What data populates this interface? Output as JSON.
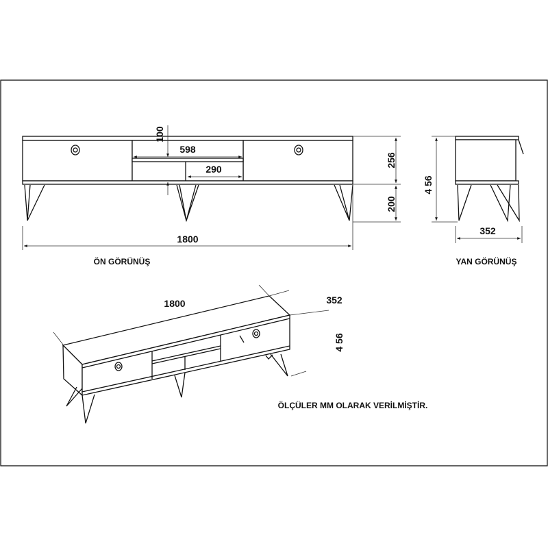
{
  "front_view": {
    "caption": "ÖN GÖRÜNÜŞ",
    "dims": {
      "width": "1800",
      "body_height": "256",
      "leg_height": "200",
      "center_opening": "598",
      "shelf_compartment": "290",
      "shelf_height": "100"
    }
  },
  "side_view": {
    "caption": "YAN GÖRÜNÜŞ",
    "dims": {
      "total_height": "4 56",
      "depth": "352"
    }
  },
  "iso_view": {
    "dims": {
      "width": "1800",
      "depth": "352",
      "height": "4 56"
    }
  },
  "note": "ÖLÇÜLER MM OLARAK VERİLMİŞTİR."
}
